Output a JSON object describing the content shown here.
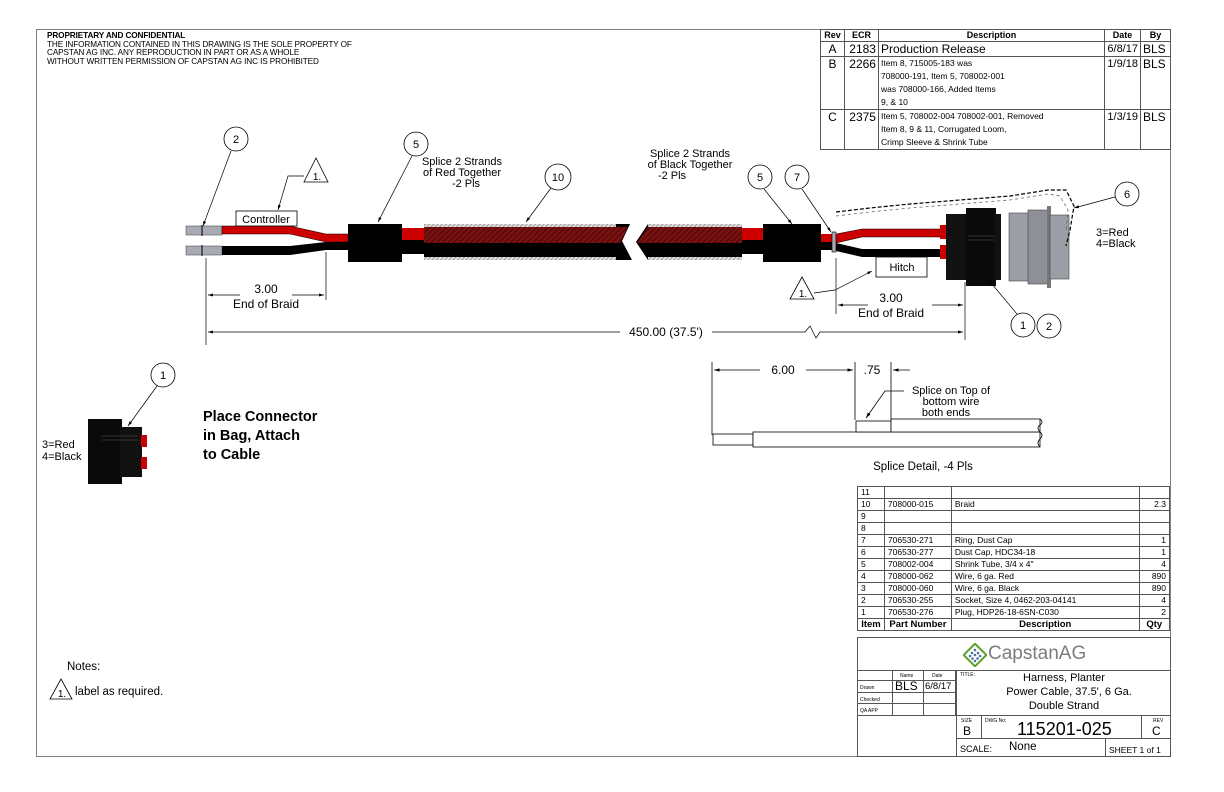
{
  "confidential": {
    "heading": "PROPRIETARY AND CONFIDENTIAL",
    "lines": [
      "THE INFORMATION CONTAINED IN THIS DRAWING IS THE SOLE PROPERTY OF",
      "CAPSTAN AG INC. ANY REPRODUCTION IN PART OR AS A WHOLE",
      "WITHOUT WRITTEN PERMISSION OF CAPSTAN AG INC IS PROHIBITED"
    ]
  },
  "revision_table": {
    "headers": [
      "Rev",
      "ECR",
      "Description",
      "Date",
      "By"
    ],
    "rows": [
      {
        "rev": "A",
        "ecr": "2183",
        "description": [
          "Production Release"
        ],
        "date": "6/8/17",
        "by": "BLS"
      },
      {
        "rev": "B",
        "ecr": "2266",
        "description": [
          "Item 8, 715005-183 was",
          "708000-191, Item 5, 708002-001",
          "was 708000-166, Added Items",
          "9, & 10"
        ],
        "date": "1/9/18",
        "by": "BLS"
      },
      {
        "rev": "C",
        "ecr": "2375",
        "description": [
          "Item 5, 708002-004 708002-001, Removed",
          "Item 8, 9 & 11, Corrugated Loom,",
          "Crimp Sleeve & Shrink Tube"
        ],
        "date": "1/3/19",
        "by": "BLS"
      }
    ]
  },
  "drawing": {
    "balloons": {
      "left_socket": "2",
      "left_shrink": "5",
      "braid": "10",
      "right_shrink": "5",
      "ring": "7",
      "dust_cap": "6",
      "plug": "1",
      "socket": "2",
      "bag_connector": "1"
    },
    "note_flag": "1.",
    "labels": {
      "controller": "Controller",
      "hitch": "Hitch"
    },
    "splice_red": [
      "Splice 2 Strands",
      "of Red Together",
      "-2 Pls"
    ],
    "splice_black": [
      "Splice 2 Strands",
      "of Black Together",
      "-2 Pls"
    ],
    "pin_map": [
      "3=Red",
      "4=Black"
    ],
    "dims": {
      "left_braid_value": "3.00",
      "left_braid_label": "End of Braid",
      "right_braid_value": "3.00",
      "right_braid_label": "End of Braid",
      "overall": "450.00 (37.5')"
    },
    "bag_note": [
      "Place Connector",
      "in Bag, Attach",
      "to Cable"
    ],
    "bag_pin_map": [
      "3=Red",
      "4=Black"
    ],
    "splice_detail": {
      "dim_a": "6.00",
      "dim_b": ".75",
      "note": [
        "Splice on Top of",
        "bottom wire",
        "both ends"
      ],
      "caption": "Splice Detail, -4 Pls"
    },
    "colors": {
      "red_wire": "#cc0000",
      "black_wire": "#000000",
      "braid": "#7a1010",
      "terminal": "#a8aab4",
      "plug_body": "#8e9098"
    }
  },
  "notes": {
    "heading": "Notes:",
    "items": [
      {
        "flag": "1.",
        "text": "label as required."
      }
    ]
  },
  "bom": {
    "headers": [
      "Item",
      "Part Number",
      "Description",
      "Qty"
    ],
    "rows": [
      {
        "item": "11",
        "part": "",
        "desc": "",
        "qty": ""
      },
      {
        "item": "10",
        "part": "708000-015",
        "desc": "Braid",
        "qty": "2.3"
      },
      {
        "item": "9",
        "part": "",
        "desc": "",
        "qty": ""
      },
      {
        "item": "8",
        "part": "",
        "desc": "",
        "qty": ""
      },
      {
        "item": "7",
        "part": "706530-271",
        "desc": "Ring, Dust Cap",
        "qty": "1"
      },
      {
        "item": "6",
        "part": "706530-277",
        "desc": "Dust Cap, HDC34-18",
        "qty": "1"
      },
      {
        "item": "5",
        "part": "708002-004",
        "desc": "Shrink Tube, 3/4 x 4\"",
        "qty": "4"
      },
      {
        "item": "4",
        "part": "708000-062",
        "desc": "Wire, 6 ga. Red",
        "qty": "890"
      },
      {
        "item": "3",
        "part": "708000-060",
        "desc": "Wire, 6 ga. Black",
        "qty": "890"
      },
      {
        "item": "2",
        "part": "706530-255",
        "desc": "Socket, Size 4, 0462-203-04141",
        "qty": "4"
      },
      {
        "item": "1",
        "part": "706530-276",
        "desc": "Plug, HDP26-18-6SN-C030",
        "qty": "2"
      }
    ]
  },
  "title_block": {
    "company": "CapstanAG",
    "logo_color": "#5aa02c",
    "name_hdr": "Name",
    "date_hdr": "Date",
    "drawn_lbl": "Drawn",
    "checked_lbl": "Checked",
    "qa_lbl": "QA APP",
    "drawn_name": "BLS",
    "drawn_date": "6/8/17",
    "title_lbl": "TITLE:",
    "title_lines": [
      "Harness, Planter",
      "Power Cable, 37.5', 6 Ga.",
      "Double Strand"
    ],
    "size_lbl": "SIZE",
    "size": "B",
    "dwg_lbl": "DWG No:",
    "dwg_no": "115201-025",
    "rev_lbl": "REV",
    "rev": "C",
    "scale_lbl": "SCALE:",
    "scale": "None",
    "sheet": "SHEET 1 of 1"
  }
}
